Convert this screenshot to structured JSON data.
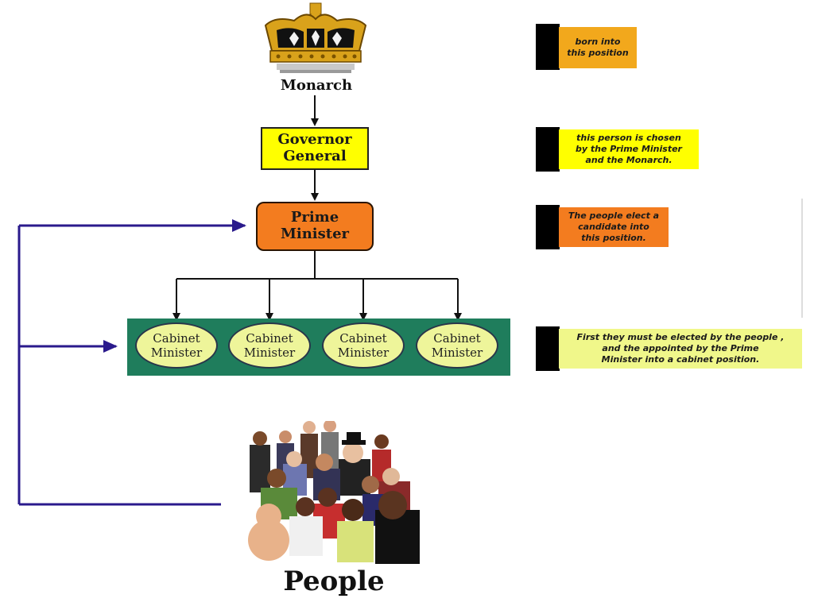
{
  "diagram": {
    "monarch": "Monarch",
    "governor_general": [
      "Governor",
      "General"
    ],
    "prime_minister": [
      "Prime",
      "Minister"
    ],
    "cabinet_ministers": [
      [
        "Cabinet",
        "Minister"
      ],
      [
        "Cabinet",
        "Minister"
      ],
      [
        "Cabinet",
        "Minister"
      ],
      [
        "Cabinet",
        "Minister"
      ]
    ],
    "people": "People"
  },
  "notes": [
    {
      "lines": [
        "born into",
        "this position"
      ],
      "color": "#f2a81c"
    },
    {
      "lines": [
        "this person is chosen",
        "by the Prime Minister",
        "and the Monarch."
      ],
      "color": "#ffff00"
    },
    {
      "lines": [
        "The people elect a",
        "candidate into",
        "this position."
      ],
      "color": "#f37c1f"
    },
    {
      "lines": [
        "First they must be elected by the people ,",
        "and the appointed by the Prime",
        "Minister into a cabinet position."
      ],
      "color": "#f0f78a"
    }
  ],
  "colors": {
    "arrow_black": "#111111",
    "arrow_blue": "#2a1a8c",
    "cabinet_panel": "#1f7d5c"
  },
  "icons": [
    "crown-icon",
    "people-group-image"
  ]
}
